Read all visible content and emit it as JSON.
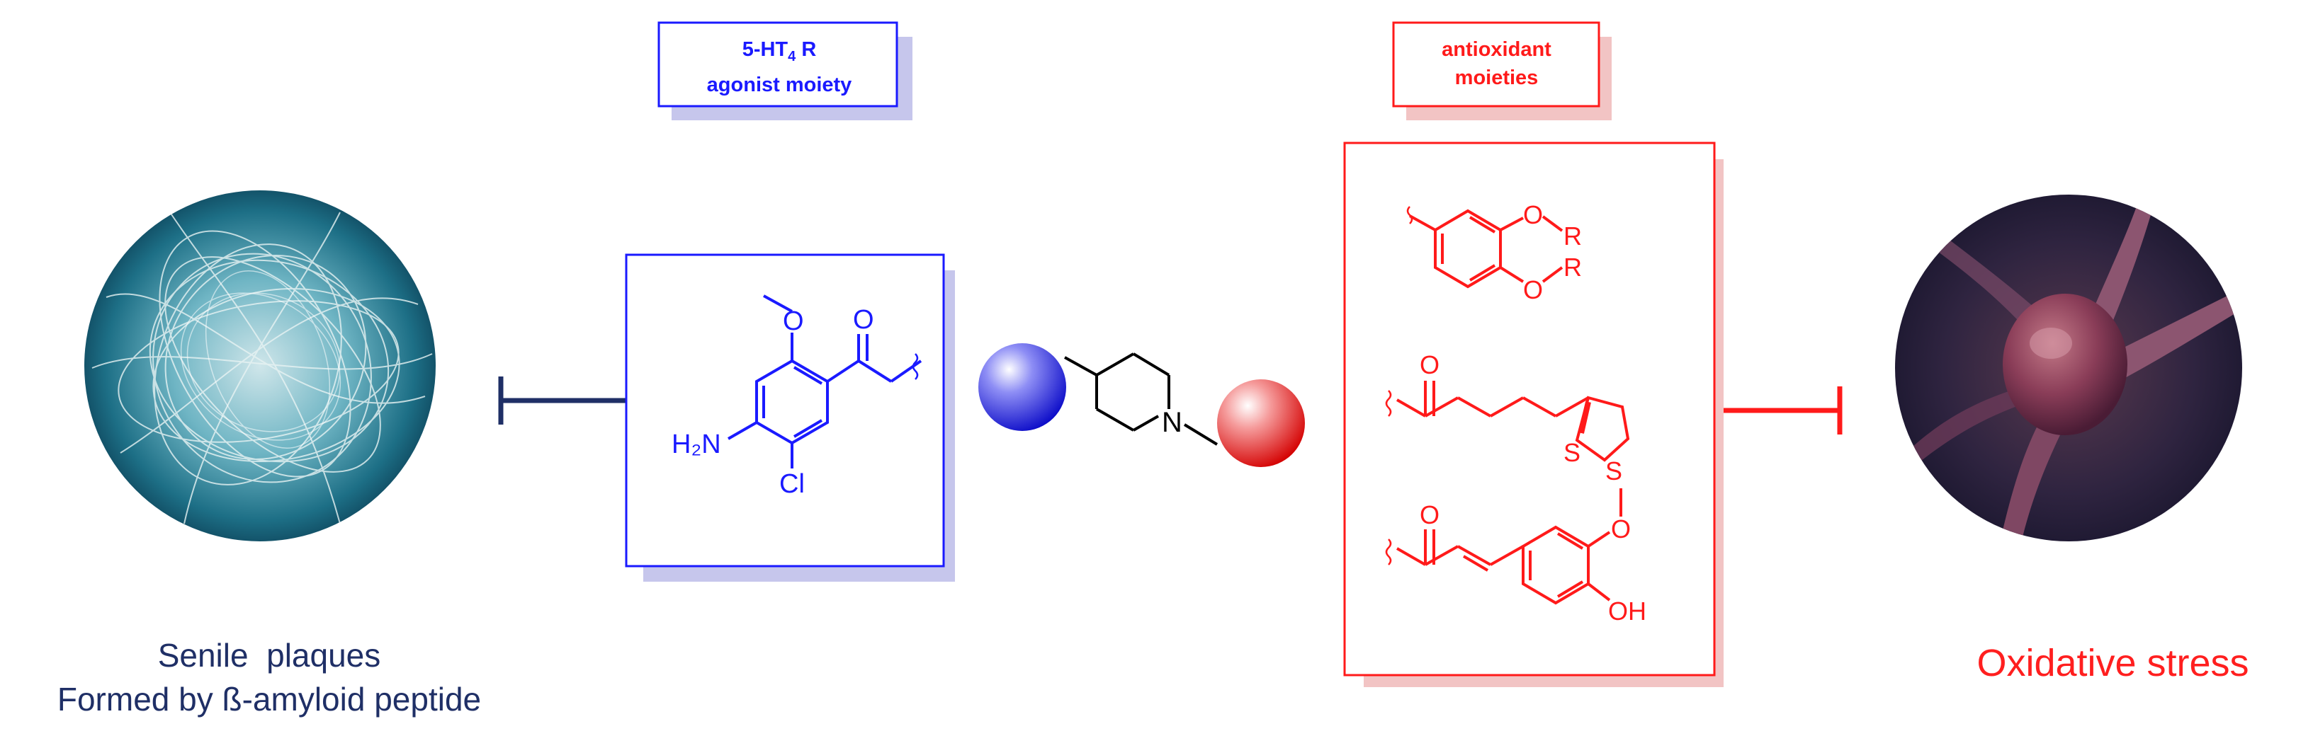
{
  "labels": {
    "agonist_line1": "5-HT",
    "agonist_sub": "4",
    "agonist_r": " R",
    "agonist_line2": "agonist moiety",
    "antioxidant_line1": "antioxidant",
    "antioxidant_line2": "moieties"
  },
  "captions": {
    "left_line1": "Senile  plaques",
    "left_line2": "Formed by ß-amyloid peptide",
    "right": "Oxidative stress"
  },
  "atoms": {
    "agonist": {
      "o1": "O",
      "o2": "O",
      "h2n": "H₂N",
      "cl": "Cl"
    },
    "linker": {
      "n": "N"
    },
    "catechol": {
      "o1": "O",
      "r1": "R",
      "o2": "O",
      "r2": "R"
    },
    "lipoic": {
      "o": "O",
      "s1": "S",
      "s2": "S"
    },
    "ferulic": {
      "o_carbonyl": "O",
      "o_methoxy": "O",
      "oh": "OH"
    }
  },
  "colors": {
    "blue": "#1a1aff",
    "red": "#ff1a1a",
    "navy": "#1f2f66",
    "shadow_blue": "#c6c6ec",
    "shadow_red": "#f2c4c4"
  }
}
